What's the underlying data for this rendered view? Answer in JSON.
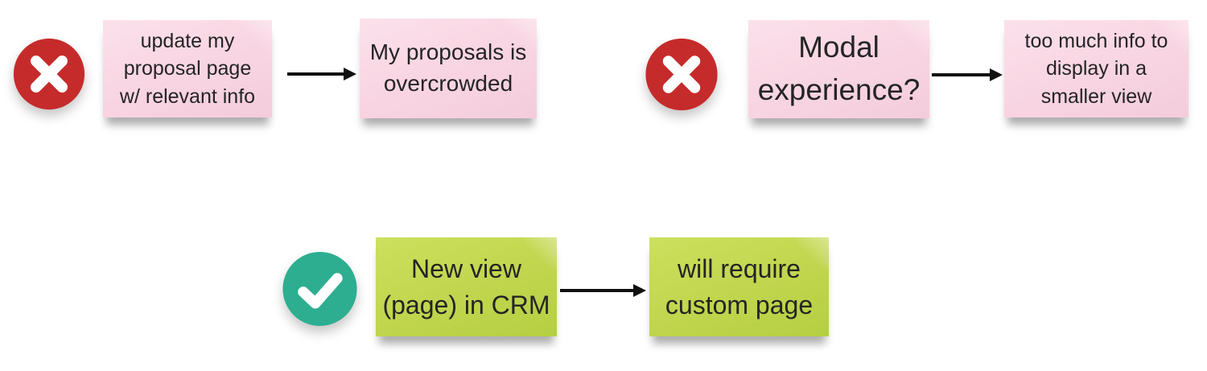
{
  "colors": {
    "background": "#ffffff",
    "pink_note": "#f9d6e3",
    "green_note": "#c3d750",
    "reject_red": "#c62b2b",
    "accept_teal": "#2dae90",
    "note_text": "#242424",
    "arrow_black": "#111111"
  },
  "icons": {
    "rejected": "x-circle-icon",
    "accepted": "check-circle-icon",
    "connector": "arrow-right"
  },
  "groups": [
    {
      "status": "rejected",
      "source": {
        "text": "update my\nproposal page\nw/ relevant info"
      },
      "result": {
        "text": "My proposals is\novercrowded"
      }
    },
    {
      "status": "rejected",
      "source": {
        "text": "Modal\nexperience?"
      },
      "result": {
        "text": "too much info to\ndisplay in a\nsmaller view"
      }
    },
    {
      "status": "accepted",
      "source": {
        "text": "New view\n(page) in CRM"
      },
      "result": {
        "text": "will require\ncustom page"
      }
    }
  ]
}
